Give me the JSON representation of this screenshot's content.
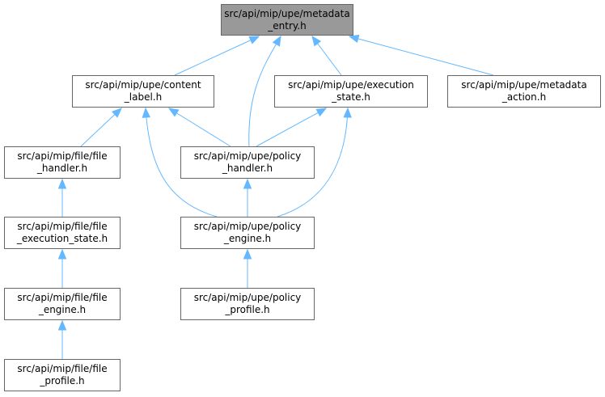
{
  "diagram": {
    "edge_color": "#63b8ff",
    "nodes": [
      {
        "id": "metadata_entry",
        "lines": [
          "src/api/mip/upe/metadata",
          "_entry.h"
        ],
        "root": true,
        "fill": "#999999"
      },
      {
        "id": "content_label",
        "lines": [
          "src/api/mip/upe/content",
          "_label.h"
        ]
      },
      {
        "id": "execution_state",
        "lines": [
          "src/api/mip/upe/execution",
          "_state.h"
        ]
      },
      {
        "id": "metadata_action",
        "lines": [
          "src/api/mip/upe/metadata",
          "_action.h"
        ]
      },
      {
        "id": "file_handler",
        "lines": [
          "src/api/mip/file/file",
          "_handler.h"
        ]
      },
      {
        "id": "policy_handler",
        "lines": [
          "src/api/mip/upe/policy",
          "_handler.h"
        ]
      },
      {
        "id": "file_execution_state",
        "lines": [
          "src/api/mip/file/file",
          "_execution_state.h"
        ]
      },
      {
        "id": "policy_engine",
        "lines": [
          "src/api/mip/upe/policy",
          "_engine.h"
        ]
      },
      {
        "id": "file_engine",
        "lines": [
          "src/api/mip/file/file",
          "_engine.h"
        ]
      },
      {
        "id": "policy_profile",
        "lines": [
          "src/api/mip/upe/policy",
          "_profile.h"
        ]
      },
      {
        "id": "file_profile",
        "lines": [
          "src/api/mip/file/file",
          "_profile.h"
        ]
      }
    ],
    "edges": [
      {
        "from": "content_label",
        "to": "metadata_entry"
      },
      {
        "from": "policy_handler",
        "to": "metadata_entry"
      },
      {
        "from": "execution_state",
        "to": "metadata_entry"
      },
      {
        "from": "metadata_action",
        "to": "metadata_entry"
      },
      {
        "from": "file_handler",
        "to": "content_label"
      },
      {
        "from": "policy_handler",
        "to": "content_label"
      },
      {
        "from": "policy_engine",
        "to": "content_label"
      },
      {
        "from": "policy_handler",
        "to": "execution_state"
      },
      {
        "from": "policy_engine",
        "to": "execution_state"
      },
      {
        "from": "file_execution_state",
        "to": "file_handler"
      },
      {
        "from": "policy_engine",
        "to": "policy_handler"
      },
      {
        "from": "file_engine",
        "to": "file_execution_state"
      },
      {
        "from": "policy_profile",
        "to": "policy_engine"
      },
      {
        "from": "file_profile",
        "to": "file_engine"
      }
    ]
  }
}
